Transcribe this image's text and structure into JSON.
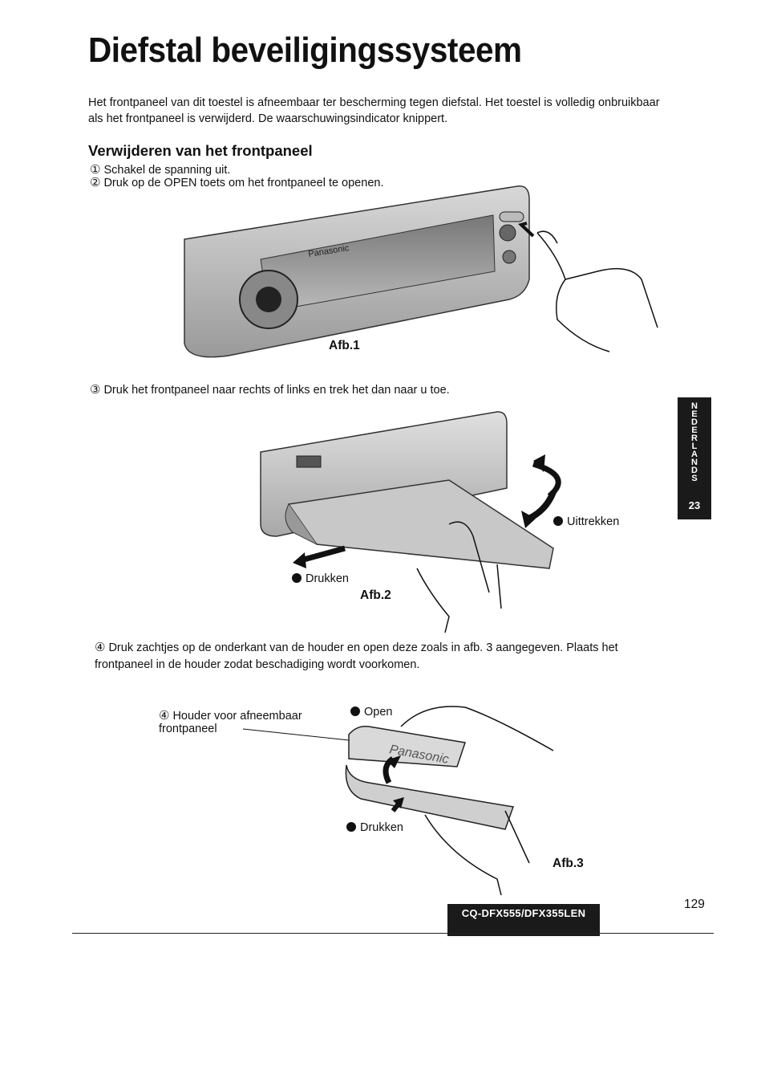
{
  "page": {
    "title": "Diefstal beveiligingssysteem",
    "intro": "Het frontpaneel van dit toestel is afneembaar ter bescherming tegen diefstal. Het toestel is volledig onbruikbaar als het frontpaneel is verwijderd. De waarschuwingsindicator knippert.",
    "section_heading": "Verwijderen van het frontpaneel",
    "steps": [
      {
        "num": "①",
        "text": "Schakel de spanning uit."
      },
      {
        "num": "②",
        "text": "Druk op de OPEN toets om het frontpaneel te openen."
      },
      {
        "num": "③",
        "text": "Druk het frontpaneel naar rechts of links en trek het dan naar u toe."
      },
      {
        "num": "④",
        "text": "Druk zachtjes op de onderkant van de houder en open deze zoals in afb. 3 aangegeven. Plaats het frontpaneel in de houder zodat beschadiging wordt voorkomen."
      }
    ],
    "figures": {
      "fig1": {
        "label": "Afb.1",
        "open_button": "OPEN",
        "brand": "Panasonic"
      },
      "fig2": {
        "label": "Afb.2",
        "callout_pull": "Uittrekken",
        "callout_push": "Drukken"
      },
      "fig3": {
        "label": "Afb.3",
        "callout_holder_num": "④",
        "callout_holder": "Houder voor afneembaar frontpaneel",
        "callout_open": "Open",
        "callout_push": "Drukken",
        "brand": "Panasonic"
      }
    },
    "side_tab": {
      "language": "NEDERLANDS",
      "number": "23"
    },
    "model": "CQ-DFX555/DFX355LEN",
    "page_number": "129"
  }
}
